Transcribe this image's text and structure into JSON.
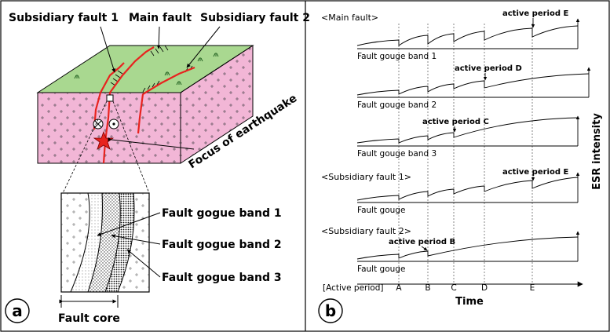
{
  "panel_a": {
    "tag": "a",
    "labels": {
      "subsidiary_fault_1": "Subsidiary fault 1",
      "main_fault": "Main fault",
      "subsidiary_fault_2": "Subsidiary fault 2",
      "focus": "Focus of earthquake",
      "band1": "Fault gogue band 1",
      "band2": "Fault gogue band 2",
      "band3": "Fault gogue band 3",
      "fault_core": "Fault core"
    },
    "colors": {
      "ground_top": "#a9d890",
      "crust": "#f2b6d6",
      "fault_trace": "#e8231f",
      "focus_star": "#e8231f"
    }
  },
  "panel_b": {
    "tag": "b",
    "main_fault_header": "<Main fault>",
    "sub1_header": "<Subsidiary fault 1>",
    "sub2_header": "<Subsidiary fault 2>",
    "traces": [
      {
        "label": "Fault gouge band 1",
        "annotation": "active period E"
      },
      {
        "label": "Fault gouge band 2",
        "annotation": "active period D"
      },
      {
        "label": "Fault gouge band 3",
        "annotation": "active period C"
      },
      {
        "label": "Fault gouge",
        "annotation": "active period E"
      },
      {
        "label": "Fault gouge",
        "annotation": "active period B"
      }
    ],
    "active_period_label": "[Active period]",
    "periods": [
      "A",
      "B",
      "C",
      "D",
      "E"
    ],
    "x_axis_label": "Time",
    "y_axis_label": "ESR intensity"
  }
}
